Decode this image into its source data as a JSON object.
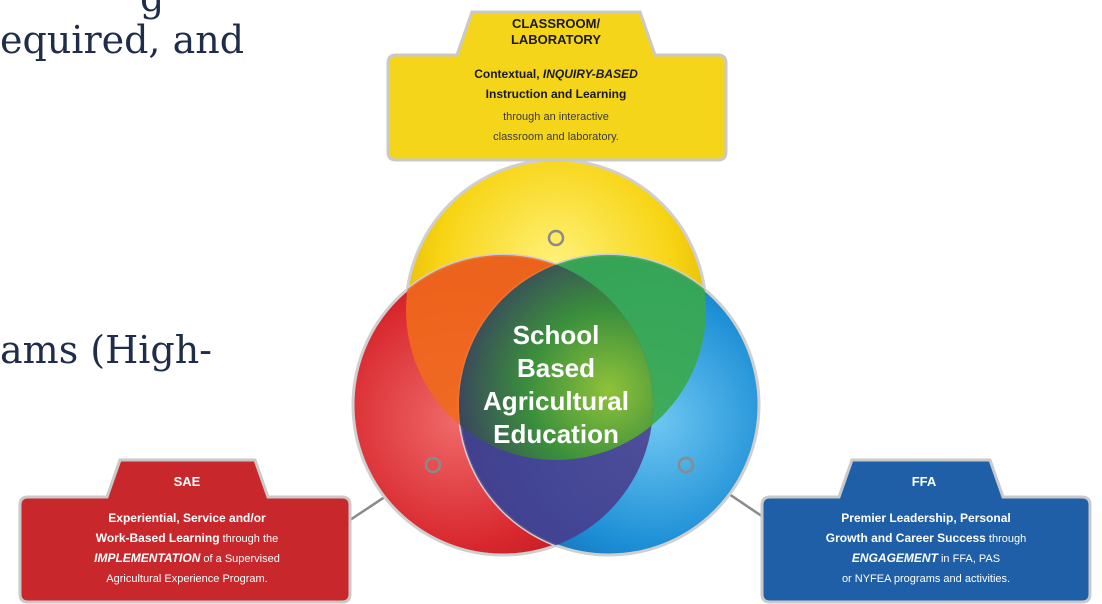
{
  "background_text": {
    "cut_line": "g",
    "line1": "equired, and",
    "line2": "ams (High-"
  },
  "center": {
    "line1": "School",
    "line2": "Based",
    "line3": "Agricultural",
    "line4": "Education"
  },
  "classroom_box": {
    "title_line1": "CLASSROOM/",
    "title_line2": "LABORATORY",
    "line1": "Contextual, ",
    "line1_em": "INQUIRY-BASED",
    "line2": "Instruction and Learning",
    "line3": "through an interactive",
    "line4": "classroom and laboratory."
  },
  "sae_box": {
    "title": "SAE",
    "line1": "Experiential, Service and/or",
    "line2_strong": "Work-Based Learning",
    "line2_rest": " through the",
    "line3_em": "IMPLEMENTATION",
    "line3_rest": " of a Supervised",
    "line4": "Agricultural Experience Program."
  },
  "ffa_box": {
    "title": "FFA",
    "line1": "Premier Leadership, Personal",
    "line2_strong": "Growth and Career Success",
    "line2_rest": " through",
    "line3_em": "ENGAGEMENT",
    "line3_rest": " in FFA, PAS",
    "line4": "or NYFEA programs and activities."
  },
  "colors": {
    "classroom": "#f2d21c",
    "sae": "#c92a2a",
    "ffa": "#1f5fa8",
    "page_text": "#1f2d4a"
  }
}
